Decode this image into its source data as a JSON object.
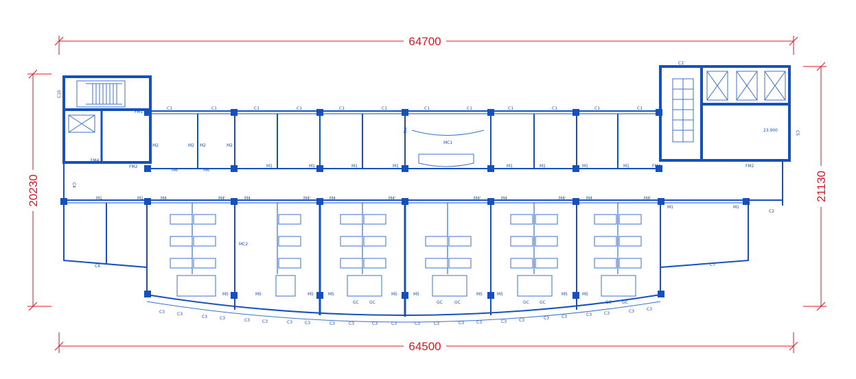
{
  "dimensions": {
    "top": "64700",
    "bottom": "64500",
    "left": "20230",
    "right": "21130"
  },
  "colors": {
    "dimension": "#e0141e",
    "wall": "#1550c0",
    "line": "#3a6fd0"
  },
  "north_labels": {
    "c1": "C1",
    "m1": "M1",
    "m2": "M2",
    "m4": "M4",
    "m4p": "M4'",
    "m5": "M5",
    "fm1": "FM1",
    "fm2": "FM2",
    "fm4": "FM4",
    "mc1": "MC1",
    "mc2": "MC2",
    "c2": "C2",
    "c3": "C3",
    "c4": "C4",
    "c5": "C5",
    "c6": "C6",
    "c7": "C7",
    "c1p": "C1'",
    "c10": "C10",
    "m6": "M6",
    "gc": "GC",
    "elev": "23.900"
  }
}
